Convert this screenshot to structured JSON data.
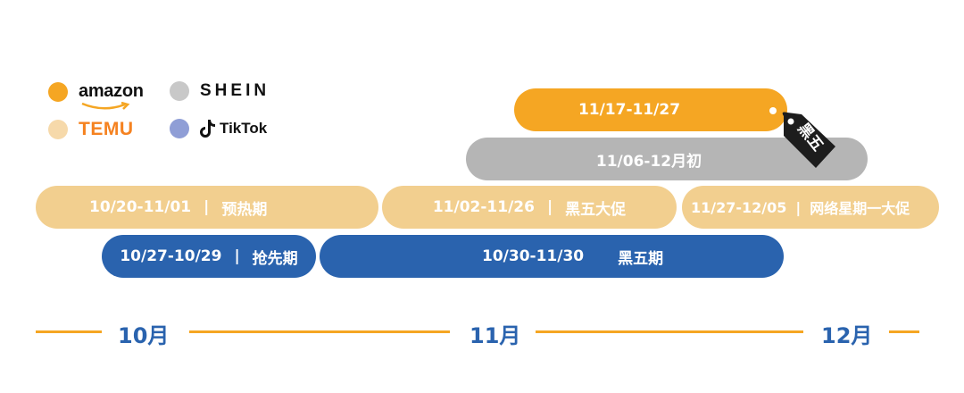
{
  "legend": {
    "amazon": {
      "label": "amazon",
      "color": "#f5a623"
    },
    "shein": {
      "label": "SHEIN",
      "color": "#c8c8c8"
    },
    "temu": {
      "label": "TEMU",
      "color": "#f6d9aa"
    },
    "tiktok": {
      "label": "TikTok",
      "color": "#8f9ed6"
    }
  },
  "bars": {
    "amazon_blackfriday": {
      "range": "11/17-11/27"
    },
    "shein": {
      "range": "11/06-12月初"
    },
    "temu_pre": {
      "range": "10/20-11/01",
      "phase": "预热期"
    },
    "temu_main": {
      "range": "11/02-11/26",
      "phase": "黑五大促"
    },
    "temu_cyber": {
      "range": "11/27-12/05",
      "phase": "网络星期一大促"
    },
    "tiktok_early": {
      "range": "10/27-10/29",
      "phase": "抢先期"
    },
    "tiktok_main": {
      "range": "10/30-11/30",
      "phase": "黑五期"
    }
  },
  "tag": {
    "label": "黑五"
  },
  "timeline": {
    "months": [
      "10月",
      "11月",
      "12月"
    ]
  },
  "separator": "|"
}
